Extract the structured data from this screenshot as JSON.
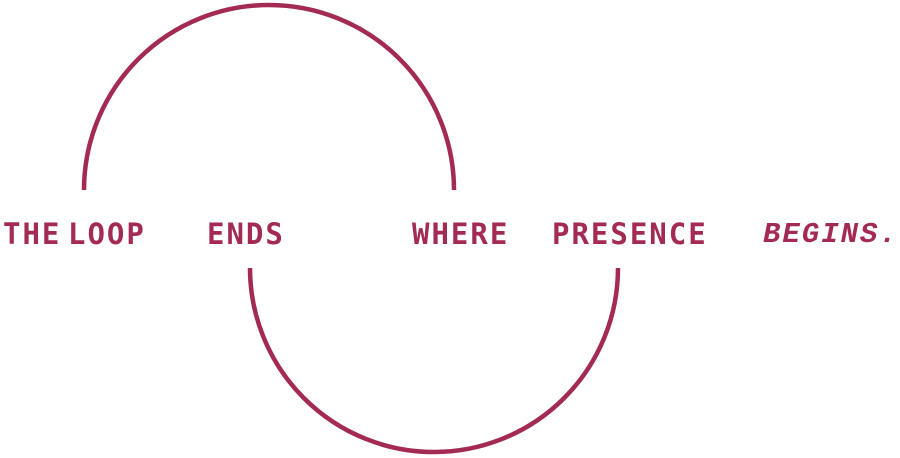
{
  "poster": {
    "sentence": "THE LOOP ENDS WHERE PRESENCE BEGINS.",
    "accent_color": "#A32A54",
    "background_color": "#ffffff",
    "words": [
      {
        "text": "THE",
        "style": "upright"
      },
      {
        "text": "LOOP",
        "style": "upright"
      },
      {
        "text": "ENDS",
        "style": "upright"
      },
      {
        "text": "WHERE",
        "style": "upright"
      },
      {
        "text": "PRESENCE",
        "style": "upright"
      },
      {
        "text": "BEGINS.",
        "style": "italic"
      }
    ],
    "shapes": [
      {
        "name": "top-arc",
        "kind": "upper-semicircle"
      },
      {
        "name": "bottom-arc",
        "kind": "lower-semicircle"
      }
    ]
  }
}
